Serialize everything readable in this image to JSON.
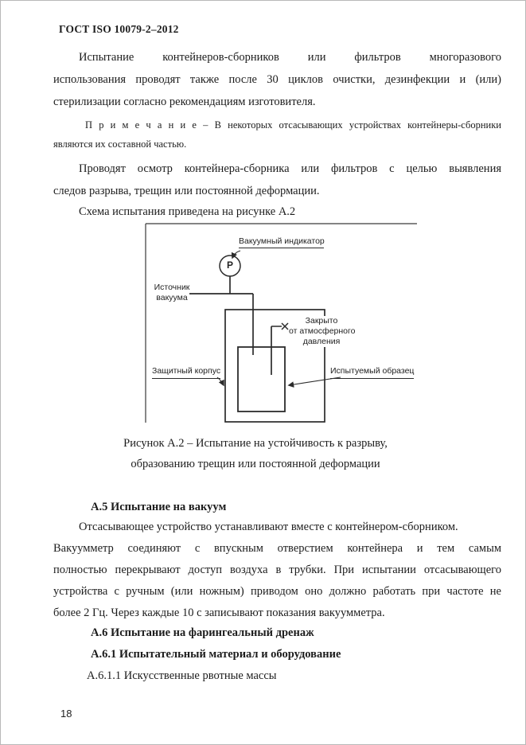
{
  "page": {
    "header": "ГОСТ ISO 10079-2–2012",
    "page_number": "18",
    "background": "#ffffff",
    "text_color": "#1c1c1c"
  },
  "content": {
    "para1_lines": [
      "Испытание контейнеров-сборников или фильтров многоразового",
      "использования проводят также после 30 циклов очистки, дезинфекции и (или)",
      "стерилизации согласно рекомендациям изготовителя."
    ],
    "note_lines": [
      "П р и м е ч а н и е – В некоторых отсасывающих устройствах контейнеры-сборники",
      "являются их составной частью."
    ],
    "para2_lines": [
      "Проводят осмотр контейнера-сборника или фильтров с целью выявления",
      "следов разрыва, трещин или постоянной деформации."
    ],
    "para3_line": "Схема испытания приведена на рисунке А.2",
    "a5_heading": "А.5 Испытание на вакуум",
    "para4_lines": [
      "Отсасывающее устройство устанавливают вместе с контейнером-сборником.",
      "Вакуумметр соединяют с впускным отверстием контейнера и тем самым",
      "полностью перекрывают доступ воздуха в трубки. При испытании отсасывающего",
      "устройства с ручным (или ножным) приводом оно должно работать при частоте не",
      "более 2 Гц. Через каждые 10 с записывают показания вакуумметра."
    ],
    "a6_heading": "А.6 Испытание на фарингеальный дренаж",
    "a61_heading": "А.6.1 Испытательный материал и оборудование",
    "a611_line": "А.6.1.1 Искусственные рвотные массы"
  },
  "figure": {
    "caption_lines": [
      "Рисунок А.2 – Испытание на устойчивость к разрыву,",
      "образованию трещин или постоянной деформации"
    ],
    "labels": {
      "vacuum_indicator": "Вакуумный индикатор",
      "gauge_letter": "P",
      "vacuum_source": [
        "Источник",
        "вакуума"
      ],
      "closed_from_atmosphere": [
        "Закрыто",
        "от атмосферного",
        "давления"
      ],
      "protective_housing": "Защитный корпус",
      "test_sample": "Испытуемый образец"
    }
  }
}
